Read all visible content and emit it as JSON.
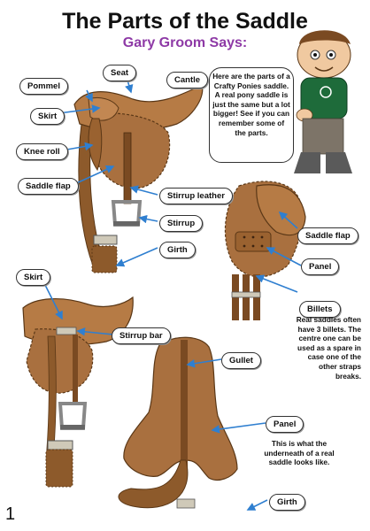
{
  "title": "The Parts of the Saddle",
  "subtitle": "Gary Groom Says:",
  "speech": "Here are the parts of a Crafty Ponies saddle. A real pony saddle is just the same but a lot bigger! See if you can remember some of the parts.",
  "labels": {
    "seat": "Seat",
    "pommel": "Pommel",
    "cantle": "Cantle",
    "skirt": "Skirt",
    "knee_roll": "Knee roll",
    "saddle_flap": "Saddle flap",
    "stirrup_leather": "Stirrup leather",
    "stirrup": "Stirrup",
    "girth": "Girth",
    "saddle_flap_2": "Saddle flap",
    "panel": "Panel",
    "billets": "Billets",
    "skirt_2": "Skirt",
    "stirrup_bar": "Stirrup bar",
    "gullet": "Gullet",
    "panel_2": "Panel",
    "girth_2": "Girth"
  },
  "billets_note": "Real saddles often have 3 billets. The centre one can be used as a spare in case one of the other straps breaks.",
  "underneath_note": "This is what the underneath of a real saddle looks like.",
  "page_number": "1",
  "colors": {
    "subtitle": "#8e3aa6",
    "leather": "#a9703f",
    "arrow": "#2f7fd0"
  }
}
